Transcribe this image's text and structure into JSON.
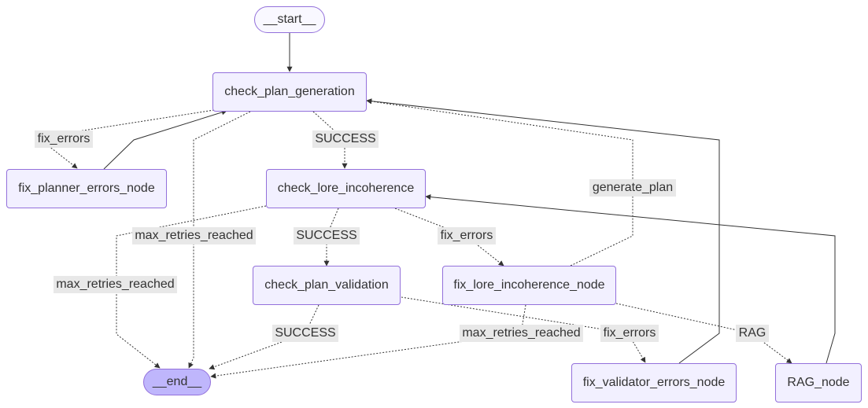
{
  "nodes": {
    "start": "__start__",
    "check_plan_generation": "check_plan_generation",
    "fix_planner_errors_node": "fix_planner_errors_node",
    "check_lore_incoherence": "check_lore_incoherence",
    "check_plan_validation": "check_plan_validation",
    "fix_lore_incoherence_node": "fix_lore_incoherence_node",
    "end": "__end__",
    "fix_validator_errors_node": "fix_validator_errors_node",
    "rag_node": "RAG_node"
  },
  "edge_labels": {
    "fix_errors_1": "fix_errors",
    "success_1": "SUCCESS",
    "generate_plan": "generate_plan",
    "max_retries_reached_1": "max_retries_reached",
    "success_2": "SUCCESS",
    "fix_errors_2": "fix_errors",
    "max_retries_reached_2": "max_retries_reached",
    "success_3": "SUCCESS",
    "max_retries_reached_3": "max_retries_reached",
    "fix_errors_3": "fix_errors",
    "rag": "RAG"
  },
  "colors": {
    "node_fill": "#f2f0ff",
    "node_border": "#9370db",
    "end_fill": "#bfb6fc",
    "edge": "#333333",
    "label_bg": "#e8e8e8"
  }
}
